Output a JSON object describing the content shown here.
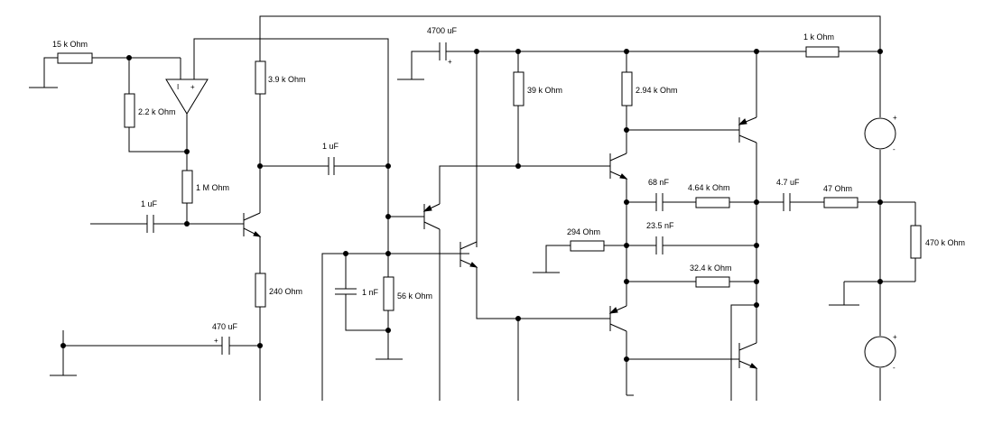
{
  "resistors": {
    "r_input_15k": "15 k Ohm",
    "r_feedback_2k2": "2.2 k Ohm",
    "r_bias_1m": "1 M Ohm",
    "r_collector_3k9": "3.9 k Ohm",
    "r_emitter_240": "240  Ohm",
    "r_56k": "56 k Ohm",
    "r_39k": "39 k Ohm",
    "r_2k94": "2.94 k Ohm",
    "r_4k64": "4.64 k Ohm",
    "r_294": "294  Ohm",
    "r_32k4": "32.4 k Ohm",
    "r_1k": "1 k Ohm",
    "r_47": "47  Ohm",
    "r_load_470k": "470 k Ohm"
  },
  "capacitors": {
    "c_input_1u": "1 uF",
    "c_coupling_1u": "1 uF",
    "c_470u": "470 uF",
    "c_1n": "1 nF",
    "c_4700u": "4700 uF",
    "c_68n": "68 nF",
    "c_23n5": "23.5 nF",
    "c_output_4u7": "4.7 uF"
  },
  "symbols": {
    "plus": "+",
    "minus": "-",
    "opamp_minus": "I"
  }
}
